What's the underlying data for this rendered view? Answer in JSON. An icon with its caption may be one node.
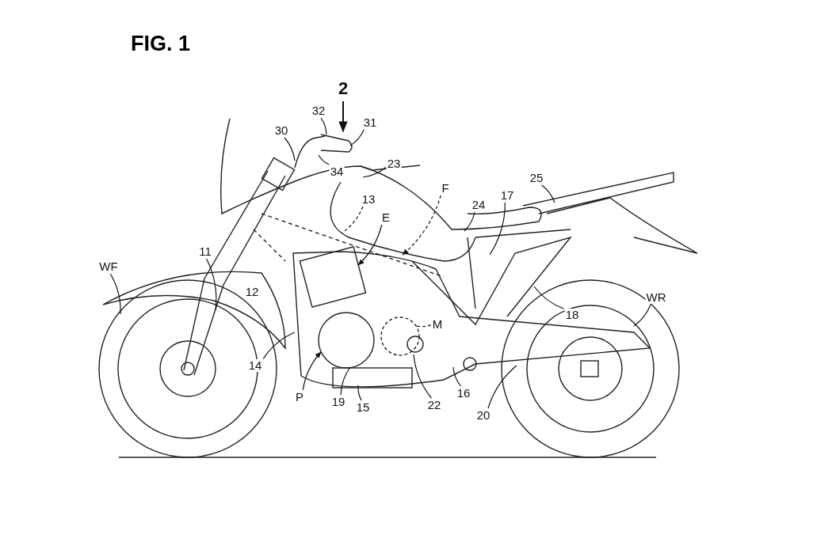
{
  "diagram": {
    "title": "FIG. 1",
    "nodes": [
      {
        "text": [
          "32"
        ]
      },
      {
        "text": [
          "31"
        ]
      },
      {
        "text": [
          "30"
        ]
      },
      {
        "text": [
          "34"
        ]
      },
      {
        "text": [
          "23"
        ]
      },
      {
        "text": [
          "25"
        ]
      },
      {
        "text": [
          "F"
        ]
      },
      {
        "text": [
          "13"
        ]
      },
      {
        "text": [
          "E"
        ]
      },
      {
        "text": [
          "24"
        ]
      },
      {
        "text": [
          "17"
        ]
      },
      {
        "text": [
          "WF"
        ]
      },
      {
        "text": [
          "11"
        ]
      },
      {
        "text": [
          "WR"
        ]
      },
      {
        "text": [
          "18"
        ]
      },
      {
        "text": [
          "M"
        ]
      },
      {
        "text": [
          "14"
        ]
      },
      {
        "text": [
          "P"
        ]
      },
      {
        "text": [
          "19"
        ]
      },
      {
        "text": [
          "15"
        ]
      },
      {
        "text": [
          "22"
        ]
      },
      {
        "text": [
          "16"
        ]
      },
      {
        "text": [
          "20"
        ]
      }
    ],
    "edges": [
      {
        "from": 0,
        "to": null,
        "arrow": "none"
      },
      {
        "from": 1,
        "to": null,
        "arrow": "none"
      },
      {
        "from": 2,
        "to": null,
        "arrow": "none"
      },
      {
        "from": 3,
        "to": null,
        "arrow": "none"
      },
      {
        "from": 4,
        "to": null,
        "arrow": "none"
      },
      {
        "from": 5,
        "to": null,
        "arrow": "none"
      },
      {
        "from": 6,
        "to": null,
        "arrow": "to",
        "style": "dashed"
      },
      {
        "from": 7,
        "to": null,
        "arrow": "none",
        "style": "dashed"
      },
      {
        "from": 8,
        "to": null,
        "arrow": "to"
      },
      {
        "from": 9,
        "to": null,
        "arrow": "none"
      },
      {
        "from": 10,
        "to": null,
        "arrow": "none"
      },
      {
        "from": 11,
        "to": null,
        "arrow": "none"
      },
      {
        "from": 12,
        "to": null,
        "arrow": "none"
      },
      {
        "from": 13,
        "to": null,
        "arrow": "none"
      },
      {
        "from": 14,
        "to": null,
        "arrow": "none"
      },
      {
        "from": 15,
        "to": null,
        "arrow": "none",
        "style": "dashed"
      },
      {
        "from": 16,
        "to": null,
        "arrow": "none"
      },
      {
        "from": 17,
        "to": null,
        "arrow": "to"
      },
      {
        "from": 18,
        "to": null,
        "arrow": "none"
      },
      {
        "from": 19,
        "to": null,
        "arrow": "none"
      },
      {
        "from": 20,
        "to": null,
        "arrow": "none"
      },
      {
        "from": 21,
        "to": null,
        "arrow": "none"
      },
      {
        "from": 22,
        "to": null,
        "arrow": "none"
      }
    ],
    "labels": [
      "2",
      "12"
    ]
  }
}
